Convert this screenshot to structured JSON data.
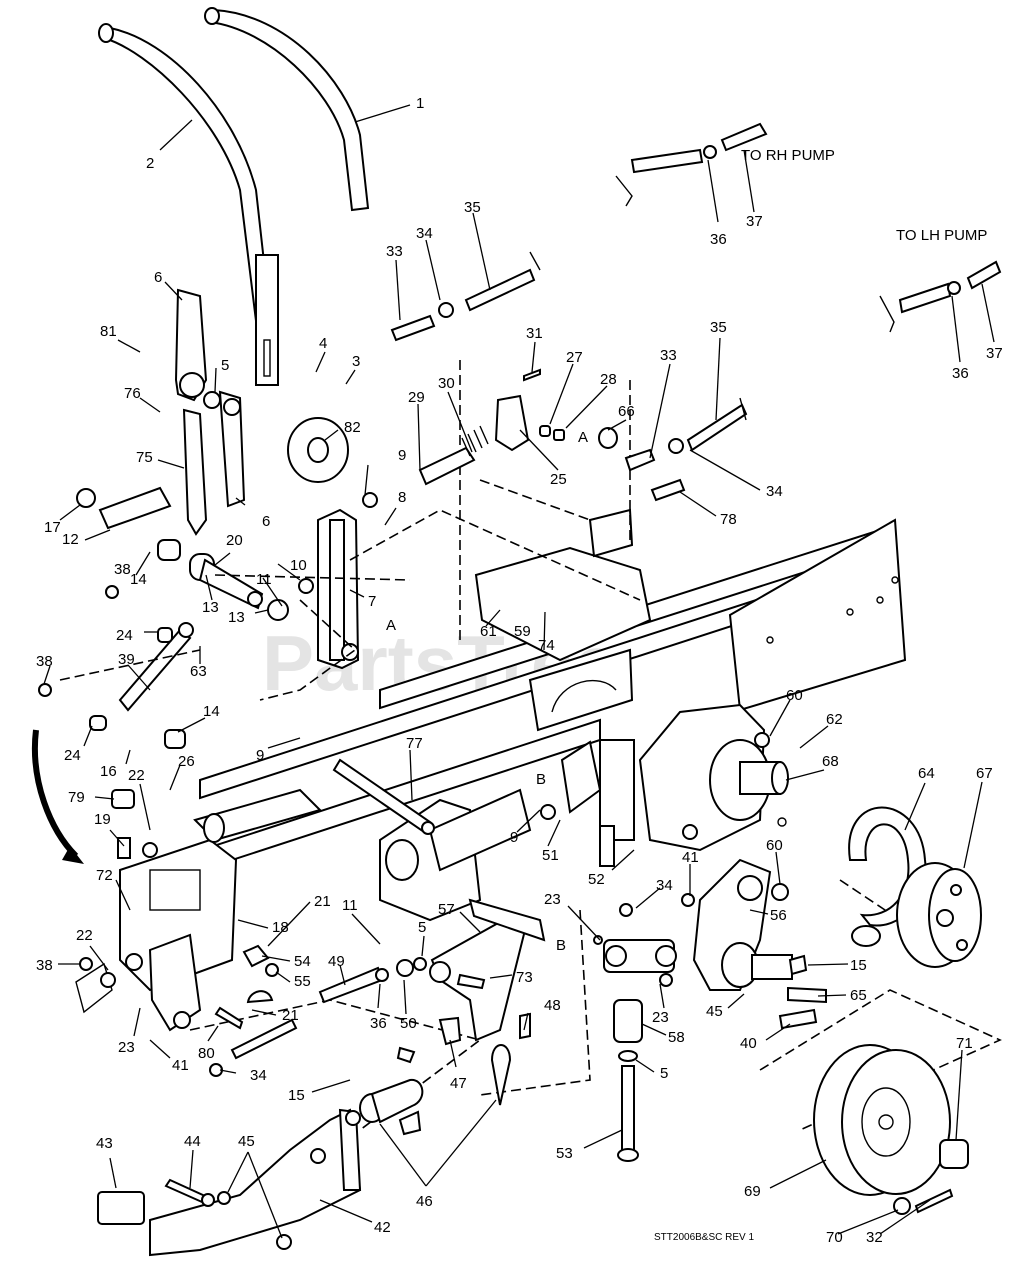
{
  "diagram": {
    "watermark": "PartsTree",
    "drawing_number": "STT2006B&SC REV 1",
    "notes": {
      "rh_pump": "TO RH PUMP",
      "lh_pump": "TO LH PUMP",
      "ref_a1": "A",
      "ref_a2": "A",
      "ref_b1": "B",
      "ref_b2": "B"
    },
    "callouts": [
      {
        "label": "1"
      },
      {
        "label": "2"
      },
      {
        "label": "6"
      },
      {
        "label": "81"
      },
      {
        "label": "5"
      },
      {
        "label": "4"
      },
      {
        "label": "3"
      },
      {
        "label": "76"
      },
      {
        "label": "75"
      },
      {
        "label": "82"
      },
      {
        "label": "6"
      },
      {
        "label": "17"
      },
      {
        "label": "12"
      },
      {
        "label": "38"
      },
      {
        "label": "14"
      },
      {
        "label": "13"
      },
      {
        "label": "20"
      },
      {
        "label": "13"
      },
      {
        "label": "11"
      },
      {
        "label": "10"
      },
      {
        "label": "9"
      },
      {
        "label": "8"
      },
      {
        "label": "7"
      },
      {
        "label": "24"
      },
      {
        "label": "63"
      },
      {
        "label": "38"
      },
      {
        "label": "39"
      },
      {
        "label": "24"
      },
      {
        "label": "14"
      },
      {
        "label": "16"
      },
      {
        "label": "9"
      },
      {
        "label": "22"
      },
      {
        "label": "26"
      },
      {
        "label": "79"
      },
      {
        "label": "19"
      },
      {
        "label": "72"
      },
      {
        "label": "18"
      },
      {
        "label": "21"
      },
      {
        "label": "54"
      },
      {
        "label": "55"
      },
      {
        "label": "21"
      },
      {
        "label": "80"
      },
      {
        "label": "22"
      },
      {
        "label": "38"
      },
      {
        "label": "23"
      },
      {
        "label": "41"
      },
      {
        "label": "34"
      },
      {
        "label": "11"
      },
      {
        "label": "49"
      },
      {
        "label": "36"
      },
      {
        "label": "50"
      },
      {
        "label": "5"
      },
      {
        "label": "57"
      },
      {
        "label": "73"
      },
      {
        "label": "48"
      },
      {
        "label": "47"
      },
      {
        "label": "15"
      },
      {
        "label": "46"
      },
      {
        "label": "43"
      },
      {
        "label": "44"
      },
      {
        "label": "45"
      },
      {
        "label": "42"
      },
      {
        "label": "33"
      },
      {
        "label": "34"
      },
      {
        "label": "35"
      },
      {
        "label": "31"
      },
      {
        "label": "27"
      },
      {
        "label": "28"
      },
      {
        "label": "30"
      },
      {
        "label": "29"
      },
      {
        "label": "25"
      },
      {
        "label": "66"
      },
      {
        "label": "33"
      },
      {
        "label": "35"
      },
      {
        "label": "34"
      },
      {
        "label": "78"
      },
      {
        "label": "61"
      },
      {
        "label": "59"
      },
      {
        "label": "74"
      },
      {
        "label": "77"
      },
      {
        "label": "9"
      },
      {
        "label": "51"
      },
      {
        "label": "52"
      },
      {
        "label": "60"
      },
      {
        "label": "62"
      },
      {
        "label": "68"
      },
      {
        "label": "64"
      },
      {
        "label": "67"
      },
      {
        "label": "60"
      },
      {
        "label": "41"
      },
      {
        "label": "56"
      },
      {
        "label": "34"
      },
      {
        "label": "23"
      },
      {
        "label": "23"
      },
      {
        "label": "58"
      },
      {
        "label": "5"
      },
      {
        "label": "53"
      },
      {
        "label": "45"
      },
      {
        "label": "40"
      },
      {
        "label": "65"
      },
      {
        "label": "15"
      },
      {
        "label": "71"
      },
      {
        "label": "69"
      },
      {
        "label": "70"
      },
      {
        "label": "32"
      },
      {
        "label": "36"
      },
      {
        "label": "37"
      },
      {
        "label": "36"
      },
      {
        "label": "37"
      }
    ]
  }
}
